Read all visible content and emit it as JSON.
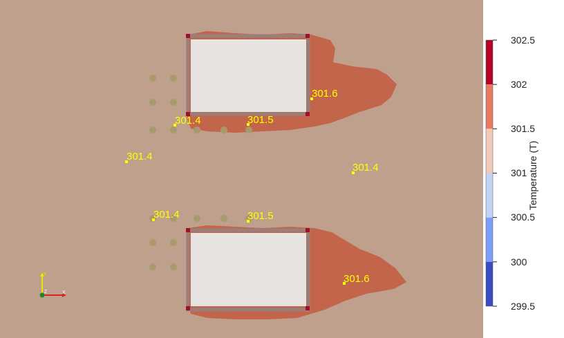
{
  "colors": {
    "background_field": "#bfa08d",
    "hot_region": "#c2654a",
    "building_fill": "#e6e3e0",
    "building_edge": "#9a7e7a",
    "corner_marker": "#a0102a",
    "pile": "#a89a6a",
    "probe": "#ffff00",
    "label": "#ffff00"
  },
  "probes": [
    {
      "label": "301.6"
    },
    {
      "label": "301.4"
    },
    {
      "label": "301.5"
    },
    {
      "label": "301.4"
    },
    {
      "label": "301.4"
    },
    {
      "label": "301.4"
    },
    {
      "label": "301.5"
    },
    {
      "label": "301.6"
    }
  ],
  "orientation_axes": {
    "x_label": "X",
    "y_label": "Y",
    "z_label": "Z"
  },
  "colorbar": {
    "title": "Temperature (T)",
    "ticks": [
      "302.5",
      "302",
      "301.5",
      "301",
      "300.5",
      "300",
      "299.5"
    ],
    "range": [
      299.5,
      302.5
    ],
    "bands": [
      {
        "from": 302,
        "to": 302.5,
        "color": "#b40426"
      },
      {
        "from": 301.5,
        "to": 302,
        "color": "#e97a5f"
      },
      {
        "from": 301,
        "to": 301.5,
        "color": "#f2cab5"
      },
      {
        "from": 300.5,
        "to": 301,
        "color": "#c0d4f5"
      },
      {
        "from": 300,
        "to": 300.5,
        "color": "#7b9ff9"
      },
      {
        "from": 299.5,
        "to": 300,
        "color": "#3b4cc0"
      }
    ]
  }
}
